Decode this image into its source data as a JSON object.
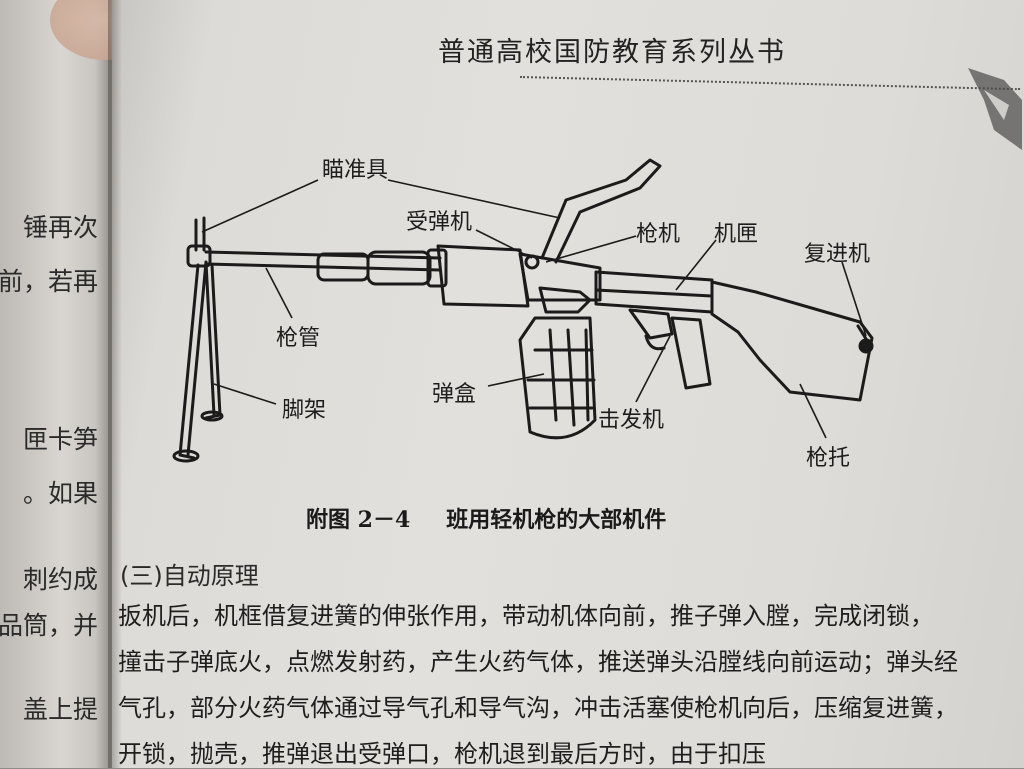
{
  "left_page": {
    "lines": [
      "锤再次",
      "前，若再",
      "匣卡笋",
      "。如果",
      "刺约成",
      "品筒，并",
      "盖上提"
    ]
  },
  "header": {
    "title": "普通高校国防教育系列丛书"
  },
  "figure": {
    "labels": {
      "sight": "瞄准具",
      "feed": "受弹机",
      "bolt": "枪机",
      "receiver": "机匣",
      "recoil": "复进机",
      "barrel": "枪管",
      "bipod": "脚架",
      "magazine": "弹盒",
      "trigger": "击发机",
      "stock": "枪托"
    },
    "caption_number": "附图 2－4",
    "caption_text": "班用轻机枪的大部机件"
  },
  "section": {
    "title": "(三)自动原理"
  },
  "body": {
    "lines": [
      "扳机后，机框借复进簧的伸张作用，带动机体向前，推子弹入膛，完成闭锁，",
      "撞击子弹底火，点燃发射药，产生火药气体，推送弹头沿膛线向前运动；弹头经",
      "气孔，部分火药气体通过导气孔和导气沟，冲击活塞使枪机向后，压缩复进簧，",
      "开锁，抛壳，推弹退出受弹口，枪机退到最后方时，由于扣压"
    ]
  },
  "colors": {
    "paper": "#e0ded9",
    "ink": "#1e1e1e"
  }
}
